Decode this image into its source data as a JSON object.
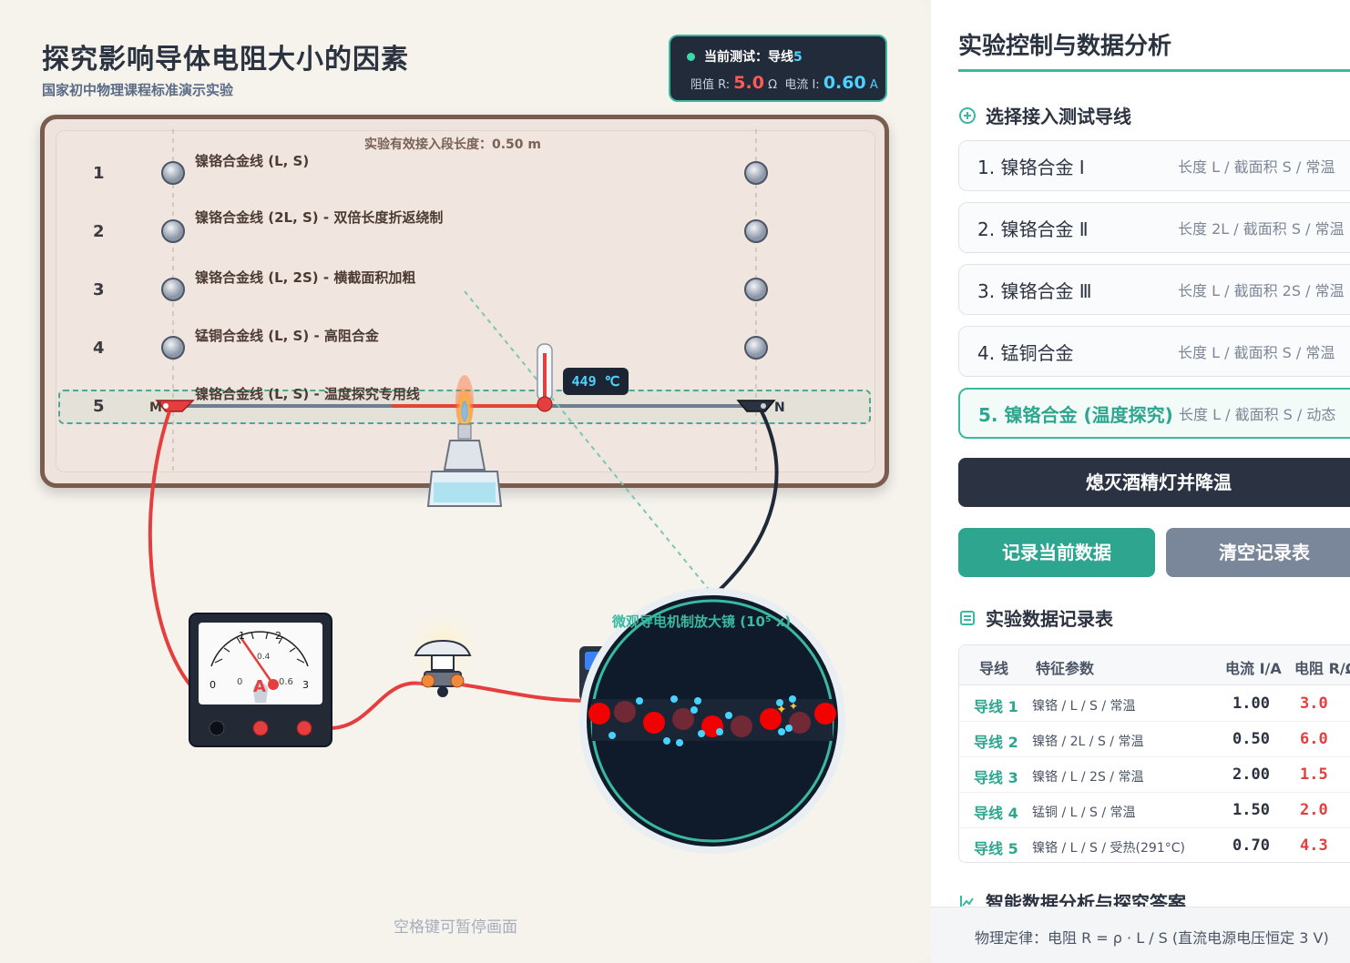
{
  "header": {
    "title": "探究影响导体电阻大小的因素",
    "subtitle": "国家初中物理课程标准演示实验"
  },
  "status": {
    "testing_label": "当前测试：导线",
    "testing_value": "5",
    "r_label": "阻值 R:",
    "r_value": "5.0",
    "r_unit": "Ω",
    "i_label": "电流 I:",
    "i_value": "0.60",
    "i_unit": "A"
  },
  "board": {
    "effective_length": "实验有效接入段长度：0.50 m",
    "wires": [
      {
        "num": "1",
        "name": "镍铬合金线 (L, S)"
      },
      {
        "num": "2",
        "name": "镍铬合金线 (2L, S) - 双倍长度折返绕制"
      },
      {
        "num": "3",
        "name": "镍铬合金线 (L, 2S) - 横截面积加粗"
      },
      {
        "num": "4",
        "name": "锰铜合金线 (L, S) - 高阻合金"
      },
      {
        "num": "5",
        "name": "镍铬合金线 (L, S) - 温度探究专用线"
      }
    ],
    "clip_m": "M",
    "clip_n": "N",
    "temperature": "449 ℃"
  },
  "ammeter": {
    "scale_top": [
      "1",
      "2"
    ],
    "scale_bottom": [
      "0",
      "0",
      "0.4",
      "0.6",
      "3"
    ],
    "symbol": "A"
  },
  "magnifier": {
    "label": "微观导电机制放大镜 (10⁵ x)"
  },
  "pause_hint": "空格键可暂停画面",
  "panel": {
    "title": "实验控制与数据分析",
    "select_heading": "选择接入测试导线",
    "wire_options": [
      {
        "label": "1. 镍铬合金 Ⅰ",
        "desc": "长度 L / 截面积 S / 常温",
        "active": false
      },
      {
        "label": "2. 镍铬合金 Ⅱ",
        "desc": "长度 2L / 截面积 S / 常温",
        "active": false
      },
      {
        "label": "3. 镍铬合金 Ⅲ",
        "desc": "长度 L / 截面积 2S / 常温",
        "active": false
      },
      {
        "label": "4. 锰铜合金",
        "desc": "长度 L / 截面积 S / 常温",
        "active": false
      },
      {
        "label": "5. 镍铬合金 (温度探究)",
        "desc": "长度 L / 截面积 S / 动态",
        "active": true
      }
    ],
    "extinguish_button": "熄灭酒精灯并降温",
    "record_button": "记录当前数据",
    "clear_button": "清空记录表",
    "table_heading": "实验数据记录表",
    "table_columns": [
      "导线",
      "特征参数",
      "电流 I/A",
      "电阻 R/Ω"
    ],
    "table_rows": [
      {
        "wire": "导线 1",
        "param": "镍铬 / L / S / 常温",
        "i": "1.00",
        "r": "3.0"
      },
      {
        "wire": "导线 2",
        "param": "镍铬 / 2L / S / 常温",
        "i": "0.50",
        "r": "6.0"
      },
      {
        "wire": "导线 3",
        "param": "镍铬 / L / 2S / 常温",
        "i": "2.00",
        "r": "1.5"
      },
      {
        "wire": "导线 4",
        "param": "锰铜 / L / S / 常温",
        "i": "1.50",
        "r": "2.0"
      },
      {
        "wire": "导线 5",
        "param": "镍铬 / L / S / 受热(291°C)",
        "i": "0.70",
        "r": "4.3"
      }
    ],
    "analysis_heading": "智能数据分析与探究答案",
    "footer_law": "物理定律：电阻 R = ρ · L / S (直流电源电压恒定 3 V)"
  },
  "colors": {
    "accent": "#3bb8a0",
    "danger": "#e53e3e",
    "dark": "#2b3343",
    "board_frame": "#7a5d4e"
  }
}
